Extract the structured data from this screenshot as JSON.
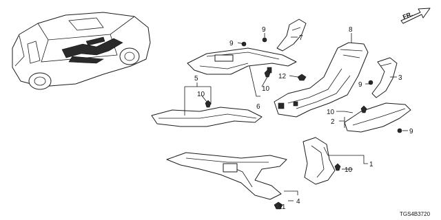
{
  "diagram": {
    "direction_label": "FR.",
    "diagram_code": "TGS4B3720",
    "callouts": {
      "c1": "1",
      "c2": "2",
      "c3": "3",
      "c4": "4",
      "c5": "5",
      "c6": "6",
      "c7": "7",
      "c8": "8",
      "c9a": "9",
      "c9b": "9",
      "c9c": "9",
      "c9d": "9",
      "c10a": "10",
      "c10b": "10",
      "c10c": "10",
      "c10d": "10",
      "c11": "11",
      "c12": "12"
    }
  }
}
